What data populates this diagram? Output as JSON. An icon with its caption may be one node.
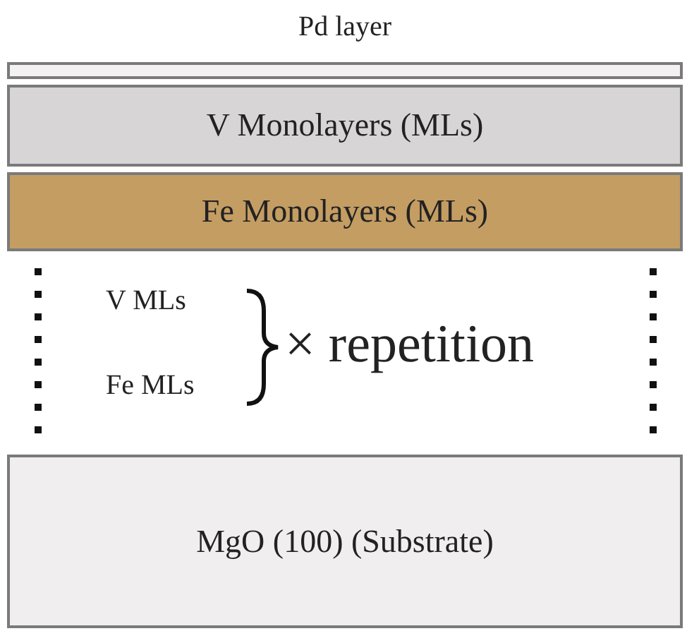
{
  "diagram": {
    "nodes": [
      {
        "text": [
          "Pd layer"
        ]
      },
      {
        "text": [
          "V Monolayers (MLs)"
        ]
      },
      {
        "text": [
          "Fe Monolayers (MLs)"
        ]
      },
      {
        "text": [
          "MgO (100) (Substrate)"
        ]
      }
    ],
    "labels": [
      "V MLs",
      "Fe MLs",
      "× repetition"
    ]
  }
}
